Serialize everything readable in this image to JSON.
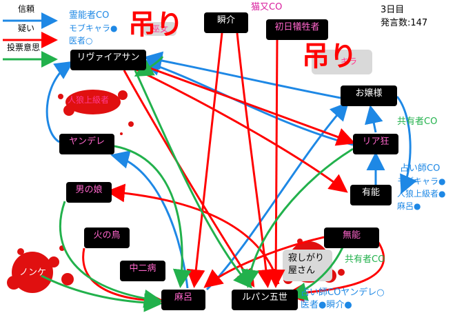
{
  "legend": {
    "trust": "信頼",
    "doubt": "疑い",
    "vote": "投票意思",
    "colors": {
      "trust": "#1e88e5",
      "doubt": "#ff0000",
      "vote": "#22b14c"
    }
  },
  "day_info": {
    "day": "3日目",
    "speech_count": "発言数:147"
  },
  "hanged_marks": [
    "吊り",
    "吊り"
  ],
  "dead": {
    "first_victim_hidden": "巫女",
    "werewolf_senior": "人狼上級者",
    "nonke": "ノンケ",
    "lonely": "寂しがり屋さん",
    "hidden_kira": "キラ"
  },
  "nodes": {
    "shunsuke": "瞬介",
    "first_sacrifice": "初日犠牲者",
    "levi": "リヴァイアサン",
    "ojousama": "お嬢様",
    "yandere": "ヤンデレ",
    "riajuu": "リア狂",
    "yuunou": "有能",
    "otokonoko": "男の娘",
    "hinotori": "火の鳥",
    "chuunibyou": "中二病",
    "muno": "無能",
    "maro": "麻呂",
    "lupin": "ルパン五世"
  },
  "annotations": {
    "medium_co_block": [
      "霊能者CO",
      "モブキャラ●",
      "医者○"
    ],
    "cat_co": "猫又CO",
    "sharer_co_1": "共有者CO",
    "seer_co_block": [
      "占い師CO",
      "モブキャラ●",
      "人狼上級者●",
      "麻呂●"
    ],
    "sharer_co_2": "共有者CO",
    "seer_co_block_2": [
      "占い師COヤンデレ○",
      "医者●瞬介●"
    ]
  }
}
